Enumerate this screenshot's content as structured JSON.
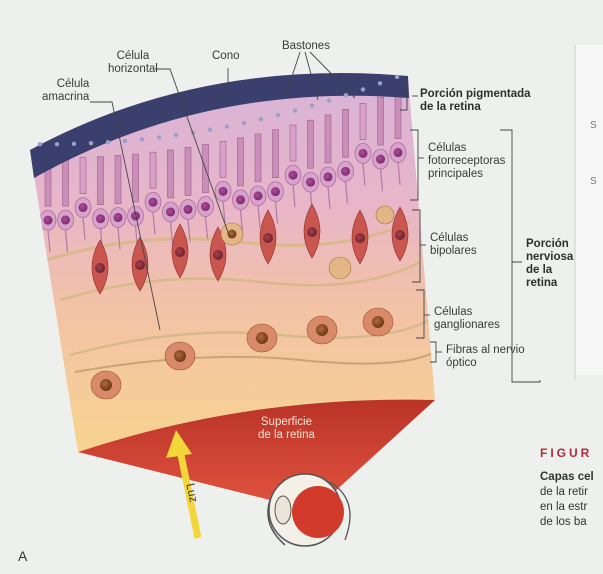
{
  "labels": {
    "celula_amacrina": [
      "Célula",
      "amacrina"
    ],
    "celula_horizontal": [
      "Célula",
      "horizontal"
    ],
    "cono": "Cono",
    "bastones": "Bastones",
    "porcion_pigmentada": [
      "Porción pigmentada",
      "de la retina"
    ],
    "fotorreceptoras": [
      "Células",
      "fotorreceptoras",
      "principales"
    ],
    "bipolares": [
      "Células",
      "bipolares"
    ],
    "ganglionares": [
      "Células",
      "ganglionares"
    ],
    "fibras": [
      "Fibras al nervio",
      "óptico"
    ],
    "porcion_nerviosa": [
      "Porción",
      "nerviosa",
      "de la",
      "retina"
    ],
    "superficie": [
      "Superficie",
      "de la retina"
    ],
    "luz": "Luz",
    "panel": "A"
  },
  "figure": {
    "title": "FIGUR",
    "caption_lines": [
      "Capas cel",
      "de la retir",
      "en la estr",
      "de los ba"
    ]
  },
  "margin_letters": [
    "S",
    "S"
  ],
  "colors": {
    "pigment": "#3a3f6e",
    "photoreceptor": "#c98fb9",
    "bipolar": "#c9564f",
    "ganglion": "#d98a6b",
    "surface": "#c73d2e",
    "arrow": "#f3d63a",
    "figure_title": "#b22a36"
  }
}
